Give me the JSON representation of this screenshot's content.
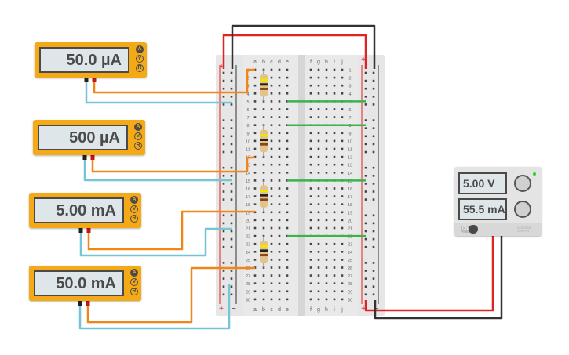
{
  "meters": [
    {
      "reading": "50.0 µA",
      "modes": [
        "A",
        "V",
        "R"
      ],
      "active": "A"
    },
    {
      "reading": "500 µA",
      "modes": [
        "A",
        "V",
        "R"
      ],
      "active": "A"
    },
    {
      "reading": "5.00 mA",
      "modes": [
        "A",
        "V",
        "R"
      ],
      "active": "A"
    },
    {
      "reading": "50.0 mA",
      "modes": [
        "A",
        "V",
        "R"
      ],
      "active": "A"
    }
  ],
  "power_supply": {
    "voltage": "5.00 V",
    "current": "55.5 mA",
    "power_switch": "ON",
    "label": "VOLTAGE SUPPLY"
  },
  "breadboard": {
    "columns_left": [
      "a",
      "b",
      "c",
      "d",
      "e"
    ],
    "columns_right": [
      "f",
      "g",
      "h",
      "i",
      "j"
    ],
    "rail_plus": "+",
    "rail_minus": "−",
    "rows": 30
  },
  "colors": {
    "wire_orange": "#f0861a",
    "wire_blue": "#74c6d6",
    "wire_red": "#e02424",
    "wire_black": "#333333",
    "wire_green": "#3cb34a",
    "meter": "#f4a916"
  }
}
